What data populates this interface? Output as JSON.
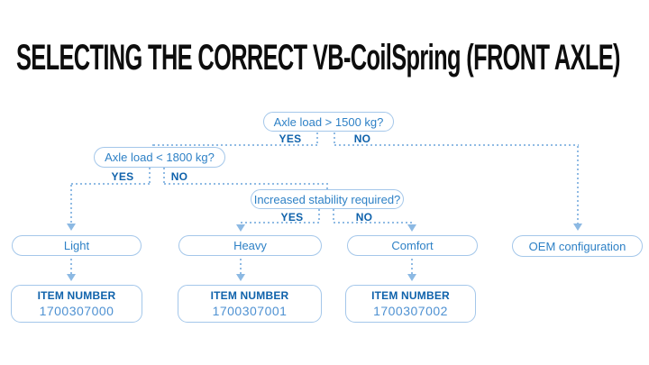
{
  "title": "SELECTING THE CORRECT VB-CoilSpring (FRONT AXLE)",
  "colors": {
    "line_blue": "#90bbe4",
    "box_border_blue": "#a4c7ea",
    "question_text_blue": "#2e81c6",
    "yes_no_blue": "#0f62ab",
    "item_number_blue": "#4e91d2",
    "title_black": "#0d0d0d"
  },
  "flowchart": {
    "decisions": [
      {
        "question": "Axle load > 1500 kg?",
        "yes": "YES",
        "no": "NO"
      },
      {
        "question": "Axle load < 1800 kg?",
        "yes": "YES",
        "no": "NO"
      },
      {
        "question": "Increased stability required?",
        "yes": "YES",
        "no": "NO"
      }
    ],
    "outcomes": [
      {
        "label": "Light"
      },
      {
        "label": "Heavy"
      },
      {
        "label": "Comfort"
      },
      {
        "label": "OEM configuration"
      }
    ],
    "items": [
      {
        "label": "ITEM NUMBER",
        "number": "1700307000"
      },
      {
        "label": "ITEM NUMBER",
        "number": "1700307001"
      },
      {
        "label": "ITEM NUMBER",
        "number": "1700307002"
      }
    ]
  }
}
